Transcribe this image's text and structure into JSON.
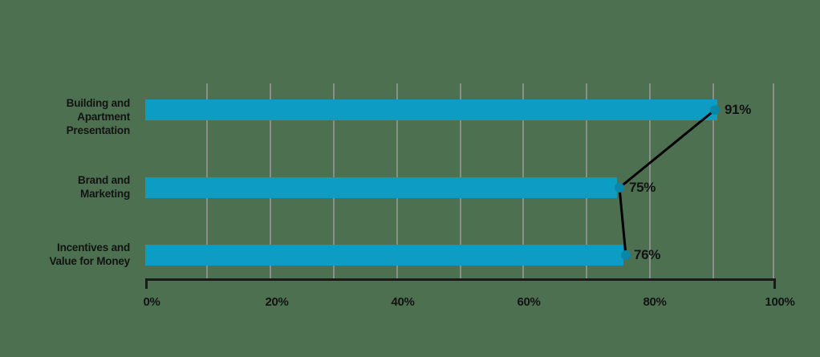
{
  "chart_data": {
    "type": "bar",
    "orientation": "horizontal",
    "title": "",
    "subtitle": "",
    "xlabel": "",
    "ylabel": "",
    "categories": [
      "Building and Apartment Presentation",
      "Brand and Marketing",
      "Incentives and Value for Money"
    ],
    "category_lines": [
      [
        "Building and",
        "Apartment",
        "Presentation"
      ],
      [
        "Brand and",
        "Marketing"
      ],
      [
        "Incentives and",
        "Value for Money"
      ]
    ],
    "values": [
      91,
      75,
      76
    ],
    "data_labels": [
      "91%",
      "75%",
      "76%"
    ],
    "xlim": [
      0,
      100
    ],
    "xticks": [
      0,
      20,
      40,
      60,
      80,
      100
    ],
    "xtick_labels": [
      "0%",
      "20%",
      "40%",
      "60%",
      "80%",
      "100%"
    ],
    "gridlines_at": [
      10,
      20,
      30,
      40,
      50,
      60,
      70,
      80,
      90,
      100
    ],
    "grid": true,
    "legend": "none",
    "annotations": [
      {
        "name": "connector-line",
        "description": "black polyline joining the end of each bar",
        "points": [
          [
            91,
            0
          ],
          [
            75,
            1
          ],
          [
            76,
            2
          ]
        ]
      }
    ],
    "colors": {
      "bar": "#0d9cc4",
      "marker": "#0a7f9e",
      "background": "#4c7050",
      "gridline": "#8a8f8a",
      "axis": "#1a1a1a",
      "text": "#131313",
      "connector": "#000000"
    }
  }
}
